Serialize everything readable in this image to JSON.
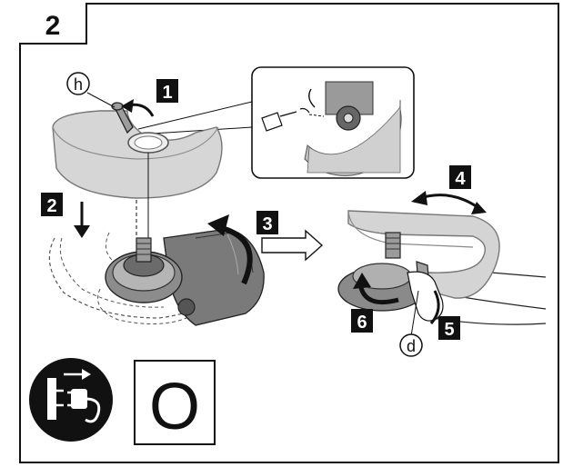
{
  "panel": {
    "number": "2"
  },
  "callouts": {
    "h": "h",
    "d": "d"
  },
  "steps": [
    "1",
    "2",
    "3",
    "4",
    "5",
    "6"
  ],
  "symbols": {
    "unplug": "unplug-plug-icon",
    "zero_box": "O"
  },
  "colors": {
    "ink": "#111111",
    "guard_fill": "#d9d9d9",
    "guard_edge": "#8a8a8a",
    "metal": "#5a5a5a",
    "step_box": "#111111",
    "step_text": "#ffffff"
  }
}
